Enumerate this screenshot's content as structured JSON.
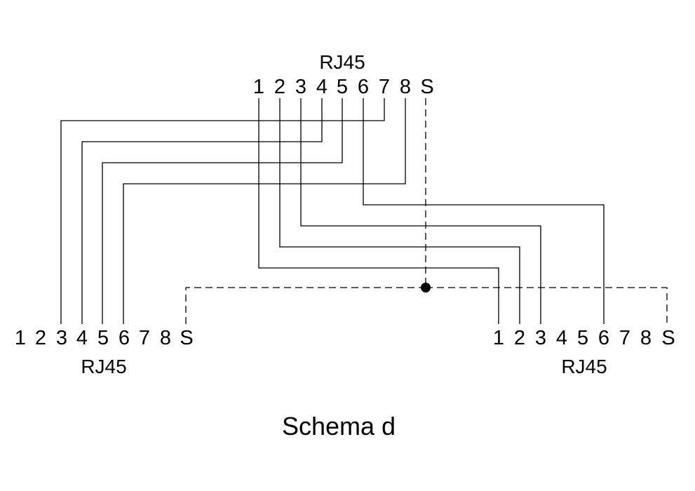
{
  "connectors": {
    "top": {
      "label": "RJ45",
      "pins": [
        "1",
        "2",
        "3",
        "4",
        "5",
        "6",
        "7",
        "8",
        "S"
      ]
    },
    "bottom_left": {
      "label": "RJ45",
      "pins": [
        "1",
        "2",
        "3",
        "4",
        "5",
        "6",
        "7",
        "8",
        "S"
      ]
    },
    "bottom_right": {
      "label": "RJ45",
      "pins": [
        "1",
        "2",
        "3",
        "4",
        "5",
        "6",
        "7",
        "8",
        "S"
      ]
    }
  },
  "wires": [
    {
      "from": "top.1",
      "to": "bottom_right.1"
    },
    {
      "from": "top.2",
      "to": "bottom_right.2"
    },
    {
      "from": "top.3",
      "to": "bottom_right.3"
    },
    {
      "from": "top.6",
      "to": "bottom_right.6"
    },
    {
      "from": "top.7",
      "to": "bottom_left.3"
    },
    {
      "from": "top.4",
      "to": "bottom_left.4"
    },
    {
      "from": "top.5",
      "to": "bottom_left.5"
    },
    {
      "from": "top.8",
      "to": "bottom_left.6"
    }
  ],
  "shield": {
    "from": "top.S",
    "to": [
      "bottom_left.S",
      "bottom_right.S"
    ],
    "style": "dashed",
    "junction": "dot"
  },
  "caption": "Schema d",
  "colors": {
    "ink": "#000000",
    "background": "#ffffff"
  }
}
